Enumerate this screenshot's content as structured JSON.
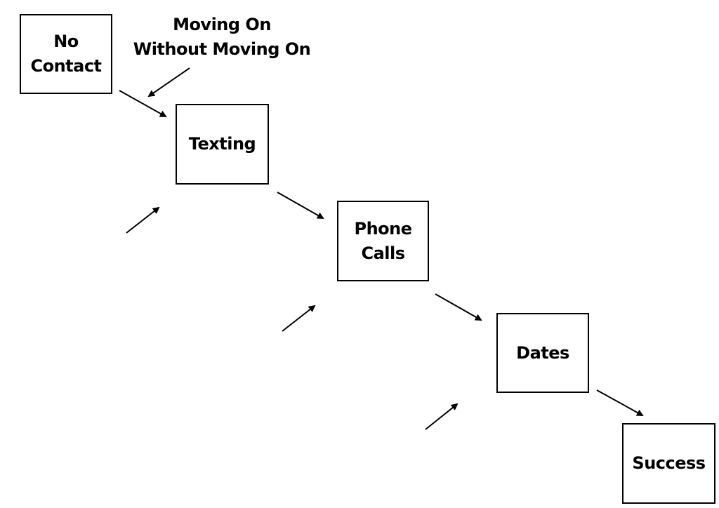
{
  "annotation": {
    "text": "Moving On\nWithout Moving On"
  },
  "stages": [
    {
      "label": "No\nContact"
    },
    {
      "label": "Texting"
    },
    {
      "label": "Phone\nCalls"
    },
    {
      "label": "Dates"
    },
    {
      "label": "Success"
    }
  ]
}
